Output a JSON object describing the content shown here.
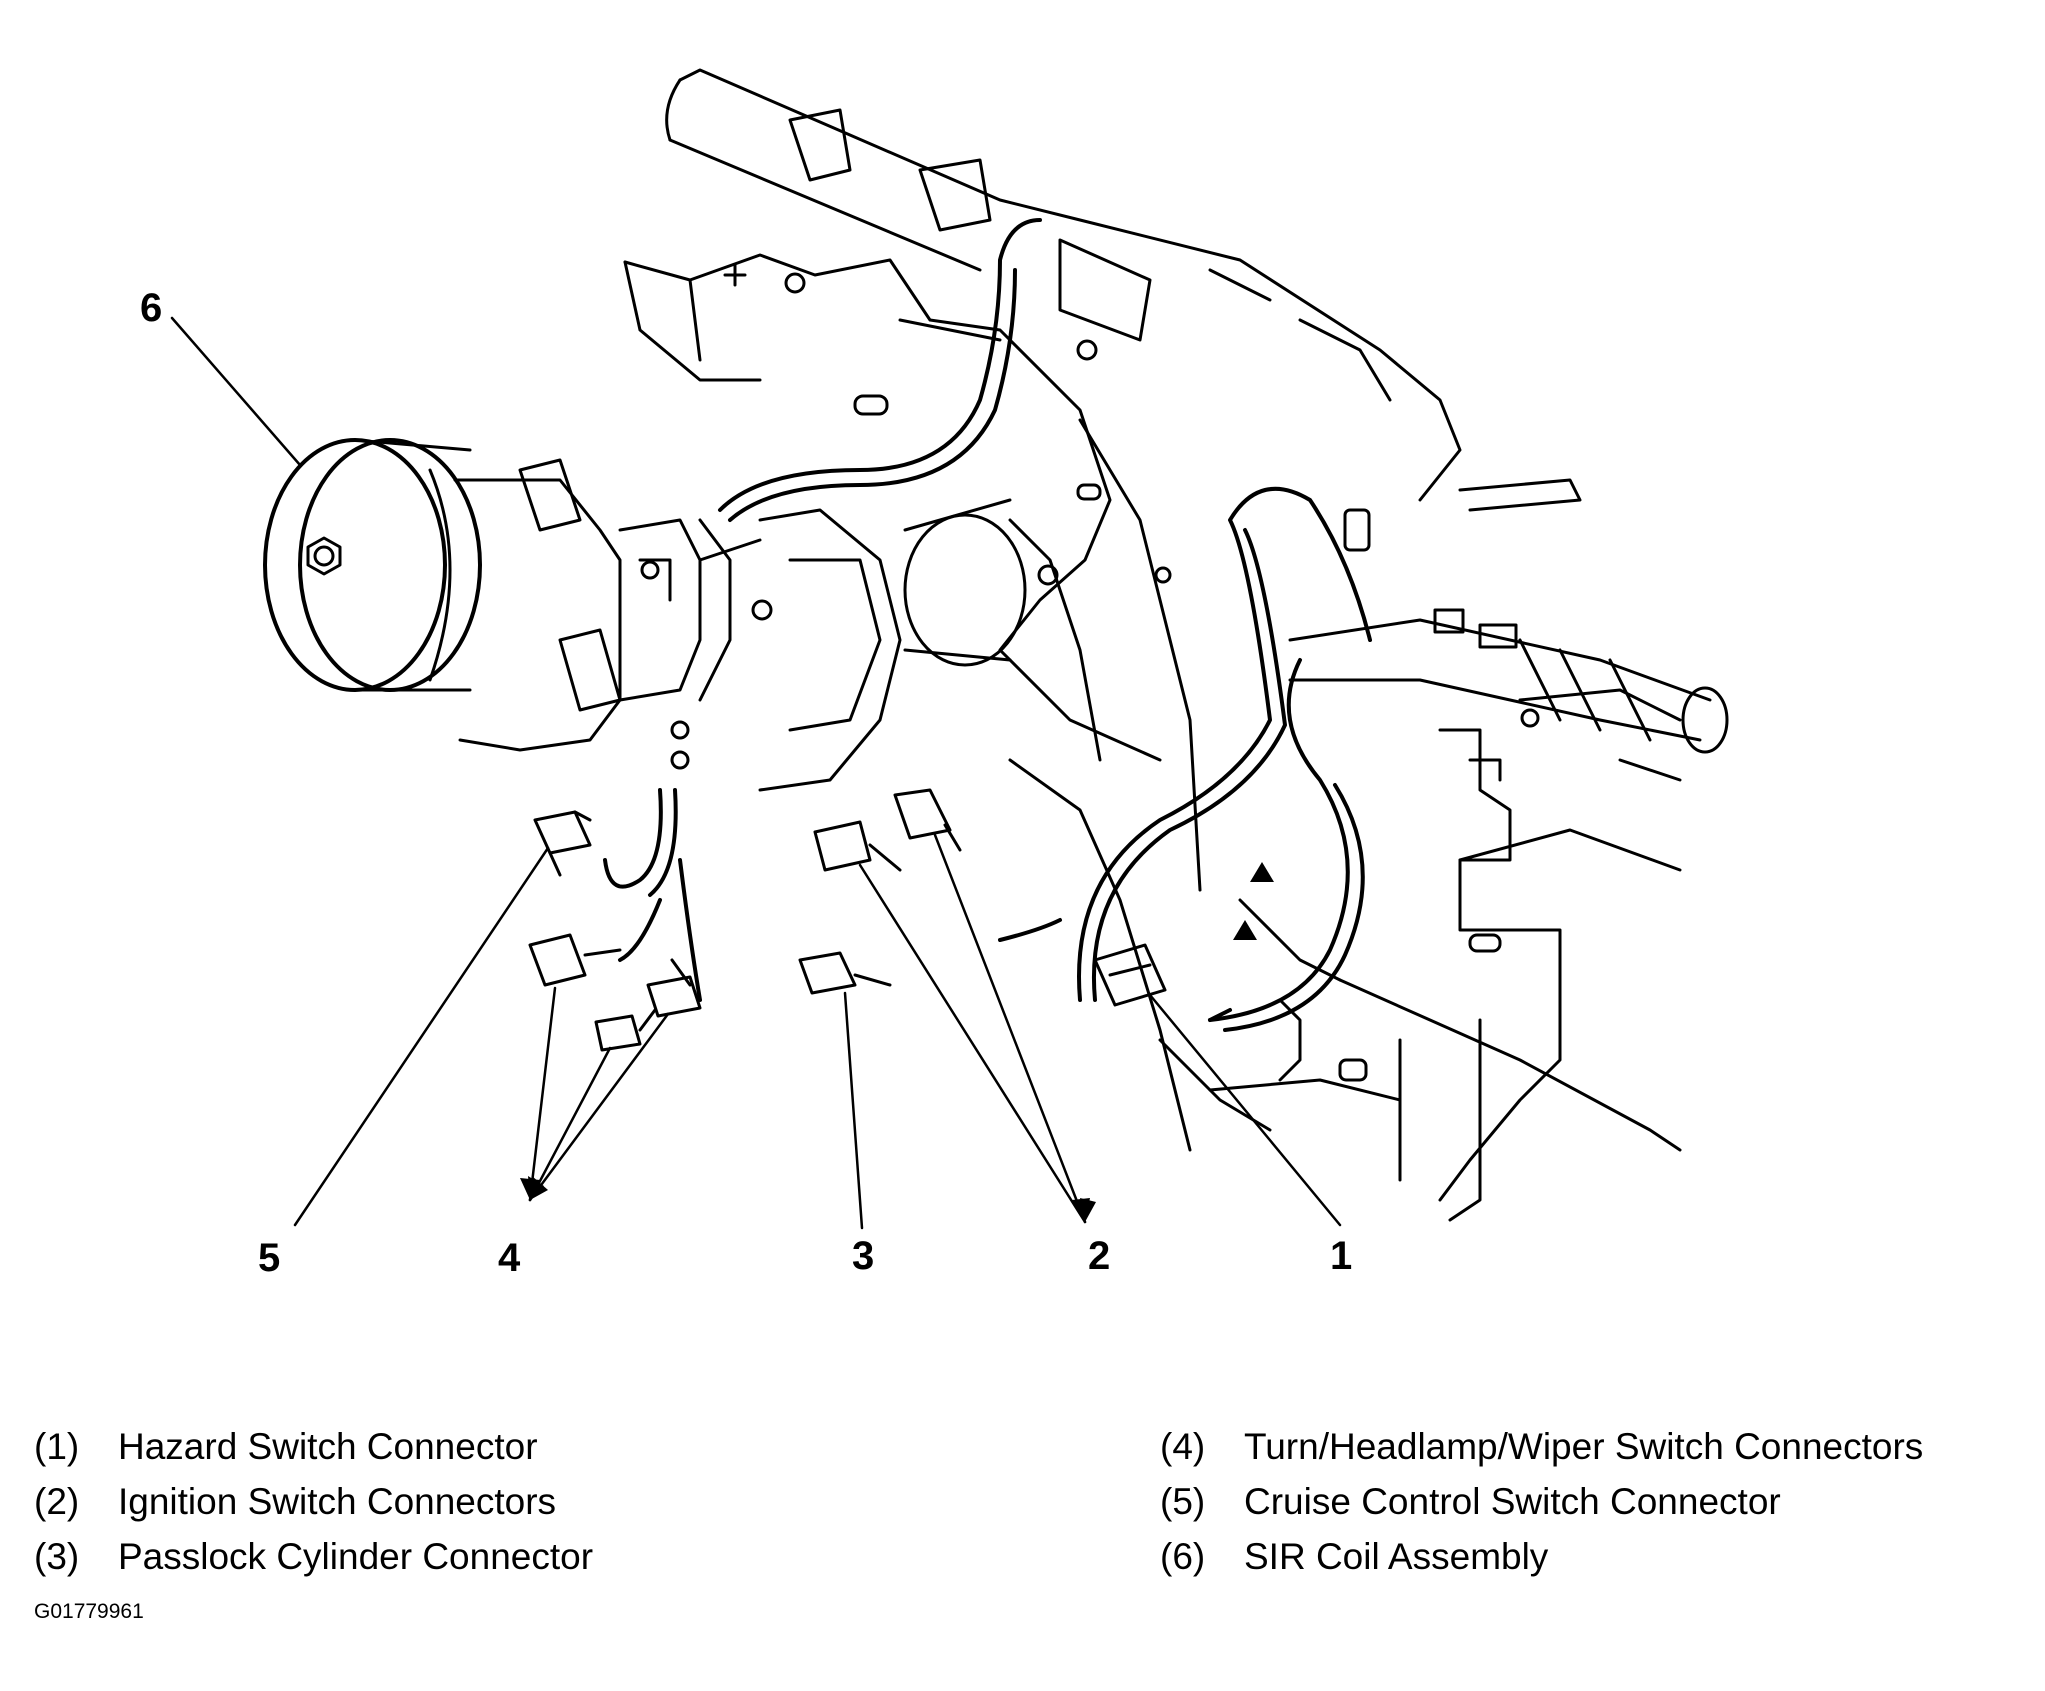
{
  "callouts": [
    "1",
    "2",
    "3",
    "4",
    "5",
    "6"
  ],
  "legend": [
    {
      "num": "(1)",
      "label": "Hazard Switch Connector"
    },
    {
      "num": "(2)",
      "label": "Ignition Switch Connectors"
    },
    {
      "num": "(3)",
      "label": "Passlock Cylinder Connector"
    },
    {
      "num": "(4)",
      "label": "Turn/Headlamp/Wiper Switch Connectors"
    },
    {
      "num": "(5)",
      "label": "Cruise Control Switch Connector"
    },
    {
      "num": "(6)",
      "label": "SIR Coil Assembly"
    }
  ],
  "figure_id": "G01779961",
  "colors": {
    "line": "#000000",
    "background": "#ffffff"
  }
}
